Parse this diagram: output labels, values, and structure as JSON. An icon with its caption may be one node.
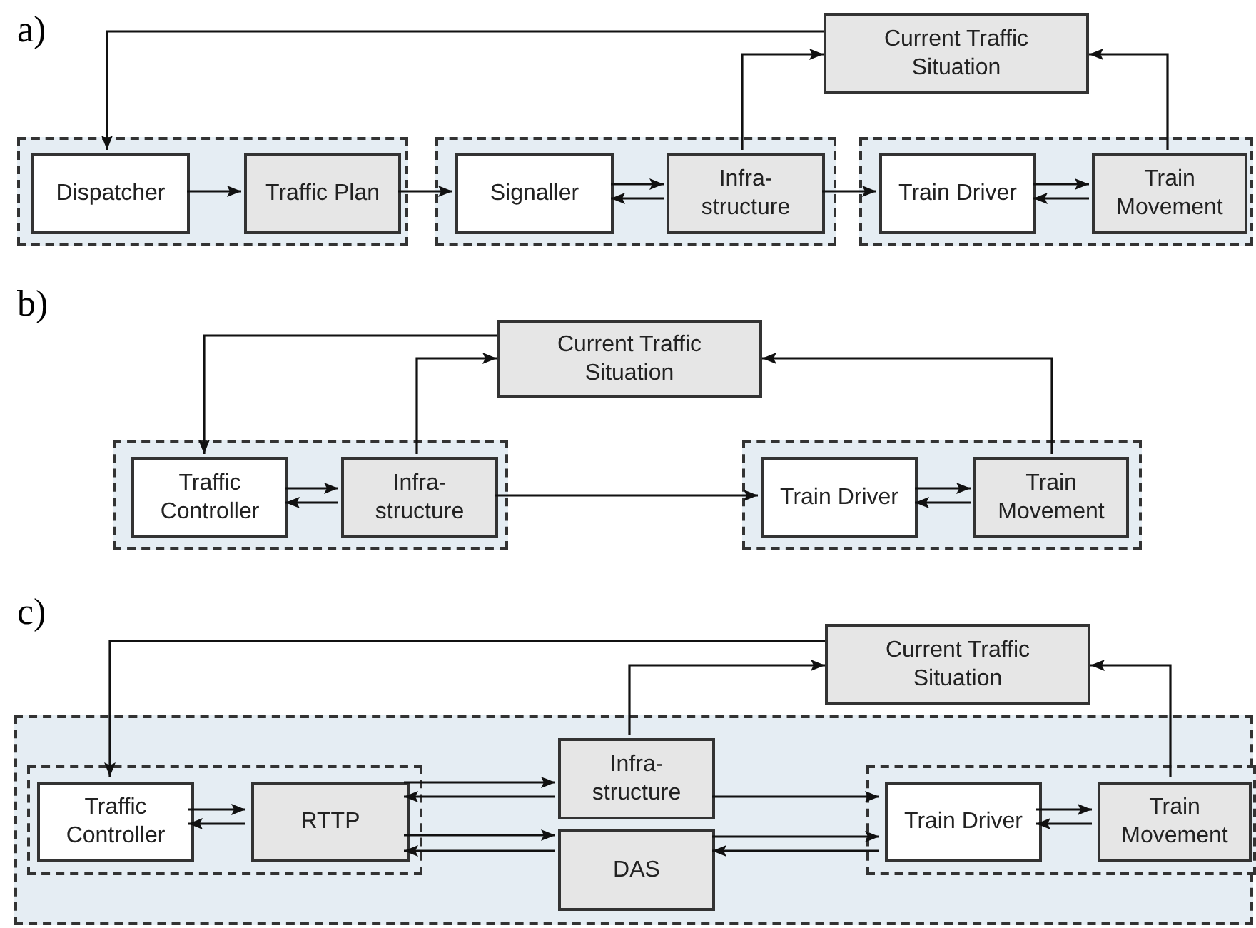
{
  "diagram": {
    "nodes": [
      {
        "text": [
          "Current Traffic Situation"
        ]
      },
      {
        "text": [],
        "shape": "box"
      },
      {
        "text": [
          "Dispatcher"
        ],
        "in": 1
      },
      {
        "text": [
          "Traffic Plan"
        ],
        "in": 1
      },
      {
        "text": [],
        "shape": "box"
      },
      {
        "text": [
          "Signaller"
        ],
        "in": 4
      },
      {
        "text": [
          "Infra- structure"
        ],
        "in": 4
      },
      {
        "text": [],
        "shape": "box"
      },
      {
        "text": [
          "Train Driver"
        ],
        "in": 7
      },
      {
        "text": [
          "Train Movement"
        ],
        "in": 7
      },
      {
        "text": [
          "Current Traffic Situation"
        ]
      },
      {
        "text": [],
        "shape": "box"
      },
      {
        "text": [
          "Traffic Controller"
        ],
        "in": 11
      },
      {
        "text": [
          "Infra- structure"
        ],
        "in": 11
      },
      {
        "text": [],
        "shape": "box"
      },
      {
        "text": [
          "Train Driver"
        ],
        "in": 14
      },
      {
        "text": [
          "Train Movement"
        ],
        "in": 14
      },
      {
        "text": [
          "Current Traffic Situation"
        ]
      },
      {
        "text": [],
        "shape": "box"
      },
      {
        "text": [],
        "shape": "box",
        "in": 18
      },
      {
        "text": [
          "Traffic Controller"
        ],
        "in": 19
      },
      {
        "text": [
          "RTTP"
        ],
        "in": 19
      },
      {
        "text": [
          "Infra- structure"
        ],
        "in": 18
      },
      {
        "text": [
          "DAS"
        ],
        "in": 18
      },
      {
        "text": [],
        "shape": "box",
        "in": 18
      },
      {
        "text": [
          "Train Driver"
        ],
        "in": 24
      },
      {
        "text": [
          "Train Movement"
        ],
        "in": 24
      }
    ],
    "edges": [
      {
        "from": 0,
        "to": 2,
        "arrow": "to"
      },
      {
        "from": 2,
        "to": 3,
        "arrow": "to"
      },
      {
        "from": 3,
        "to": 5,
        "arrow": "to"
      },
      {
        "from": 5,
        "to": 6,
        "arrow": "to"
      },
      {
        "from": 6,
        "to": 5,
        "arrow": "to"
      },
      {
        "from": 6,
        "to": 0,
        "arrow": "to"
      },
      {
        "from": 6,
        "to": 8,
        "arrow": "to"
      },
      {
        "from": 8,
        "to": 9,
        "arrow": "to"
      },
      {
        "from": 9,
        "to": 8,
        "arrow": "to"
      },
      {
        "from": 9,
        "to": 0,
        "arrow": "to"
      },
      {
        "from": 10,
        "to": 12,
        "arrow": "to"
      },
      {
        "from": 12,
        "to": 13,
        "arrow": "to"
      },
      {
        "from": 13,
        "to": 12,
        "arrow": "to"
      },
      {
        "from": 13,
        "to": 10,
        "arrow": "to"
      },
      {
        "from": 13,
        "to": 15,
        "arrow": "to"
      },
      {
        "from": 15,
        "to": 16,
        "arrow": "to"
      },
      {
        "from": 16,
        "to": 15,
        "arrow": "to"
      },
      {
        "from": 16,
        "to": 10,
        "arrow": "to"
      },
      {
        "from": 17,
        "to": 20,
        "arrow": "to"
      },
      {
        "from": 20,
        "to": 21,
        "arrow": "to"
      },
      {
        "from": 21,
        "to": 20,
        "arrow": "to"
      },
      {
        "from": 21,
        "to": 22,
        "arrow": "to"
      },
      {
        "from": 22,
        "to": 21,
        "arrow": "to"
      },
      {
        "from": 21,
        "to": 23,
        "arrow": "to"
      },
      {
        "from": 23,
        "to": 21,
        "arrow": "to"
      },
      {
        "from": 22,
        "to": 25,
        "arrow": "to"
      },
      {
        "from": 23,
        "to": 25,
        "arrow": "to"
      },
      {
        "from": 25,
        "to": 23,
        "arrow": "to"
      },
      {
        "from": 25,
        "to": 26,
        "arrow": "to"
      },
      {
        "from": 26,
        "to": 25,
        "arrow": "to"
      },
      {
        "from": 22,
        "to": 17,
        "arrow": "to"
      },
      {
        "from": 26,
        "to": 17,
        "arrow": "to"
      }
    ],
    "labels": [
      "a)",
      "b)",
      "c)"
    ]
  }
}
